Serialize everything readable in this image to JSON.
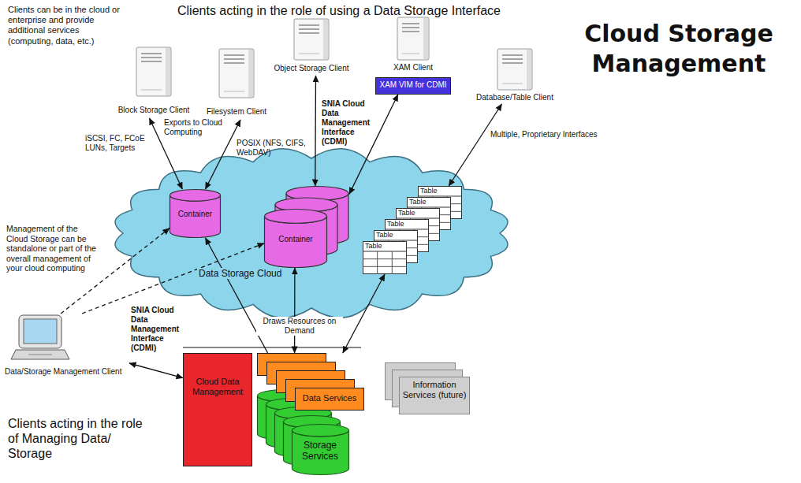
{
  "diagram": {
    "title": "Cloud Storage Management",
    "nodes": [
      {
        "text": [
          "Block Storage Client"
        ]
      },
      {
        "text": [
          "Filesystem Client"
        ]
      },
      {
        "text": [
          "Object Storage Client"
        ]
      },
      {
        "text": [
          "XAM Client"
        ]
      },
      {
        "text": [
          "XAM VIM for CDMI"
        ],
        "in": 3
      },
      {
        "text": [
          "Database/Table Client"
        ]
      },
      {
        "text": [
          "Data Storage Cloud"
        ]
      },
      {
        "text": [
          "Container"
        ],
        "in": 6
      },
      {
        "text": [
          "Container"
        ],
        "in": 6
      },
      {
        "text": [
          "Table"
        ],
        "in": 6
      },
      {
        "text": [
          "Table"
        ],
        "in": 6
      },
      {
        "text": [
          "Table"
        ],
        "in": 6
      },
      {
        "text": [
          "Table"
        ],
        "in": 6
      },
      {
        "text": [
          "Table"
        ],
        "in": 6
      },
      {
        "text": [
          "Table"
        ],
        "in": 6
      },
      {
        "text": [
          "Data/Storage Management Client"
        ]
      },
      {
        "text": [
          "Cloud Data Management"
        ]
      },
      {
        "text": [
          "Data Services"
        ]
      },
      {
        "text": [
          "Storage Services"
        ]
      },
      {
        "text": [
          "Information Services (future)"
        ]
      }
    ],
    "edges": [
      {
        "from": 0,
        "to": 7,
        "arrow": "both",
        "label": "iSCSI, FC, FCoE LUNs, Targets"
      },
      {
        "from": 1,
        "to": 7,
        "arrow": "both",
        "label": "POSIX (NFS, CIFS, WebDAV)"
      },
      {
        "from": 2,
        "to": 8,
        "arrow": "both",
        "label": "SNIA Cloud Data Management Interface (CDMI)"
      },
      {
        "from": 4,
        "to": 8,
        "arrow": "both"
      },
      {
        "from": 5,
        "to": 9,
        "arrow": "both",
        "label": "Multiple, Proprietary Interfaces"
      },
      {
        "from": 15,
        "to": 16,
        "arrow": "both",
        "label": "SNIA Cloud Data Management Interface (CDMI)"
      },
      {
        "from": 15,
        "to": 7,
        "arrow": "to"
      },
      {
        "from": 15,
        "to": 8,
        "arrow": "to"
      },
      {
        "from": 17,
        "to": 7,
        "arrow": "to"
      },
      {
        "from": 17,
        "to": 8,
        "arrow": "both",
        "label": "Draws Resources on Demand"
      },
      {
        "from": 17,
        "to": 14,
        "arrow": "both"
      }
    ],
    "labels": [
      "Clients acting in the role of using a Data Storage Interface",
      "Clients can be in the cloud or enterprise and provide additional services (computing, data, etc.)",
      "Exports to Cloud Computing",
      "Management of the Cloud Storage can be standalone or part of the overall management of your cloud computing",
      "Clients acting in the role of Managing Data/ Storage"
    ]
  }
}
